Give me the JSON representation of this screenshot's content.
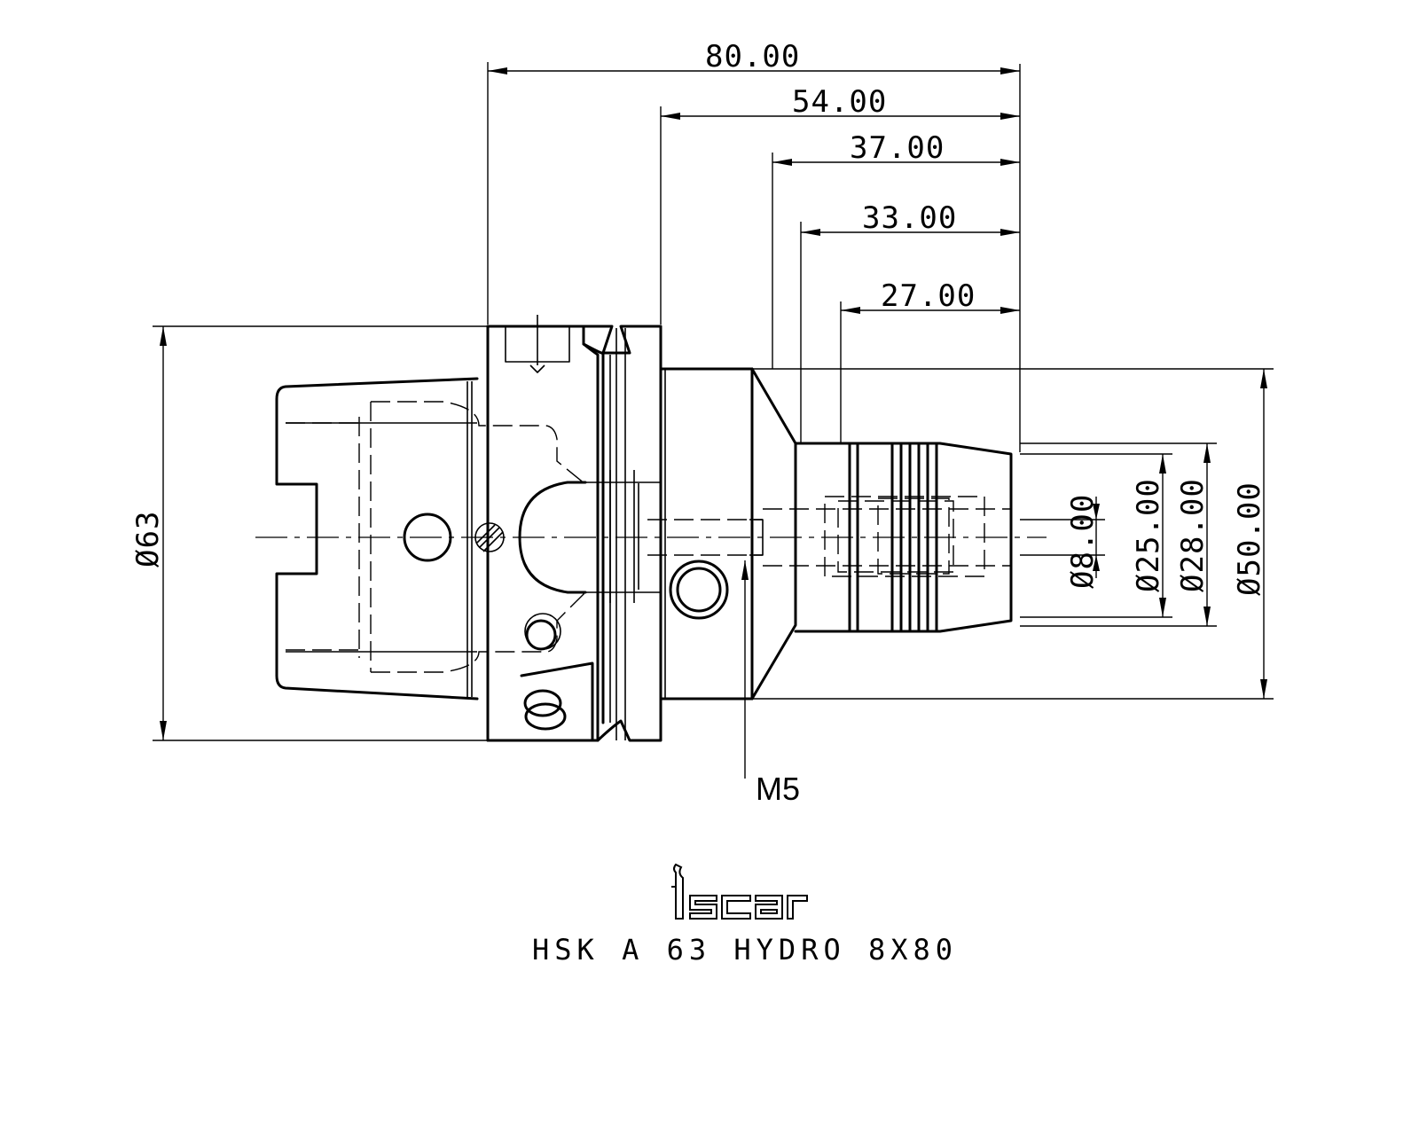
{
  "dimensions": {
    "length_total": "80.00",
    "length_54": "54.00",
    "length_37": "37.00",
    "length_33": "33.00",
    "length_27": "27.00",
    "dia_63": "Ø63",
    "dia_8": "Ø8.00",
    "dia_25": "Ø25.00",
    "dia_28": "Ø28.00",
    "dia_50": "Ø50.00",
    "thread": "M5"
  },
  "brand": {
    "logo_text": "iscar",
    "logo_icon": "iscar-logo"
  },
  "title": "HSK A 63 HYDRO 8X80"
}
